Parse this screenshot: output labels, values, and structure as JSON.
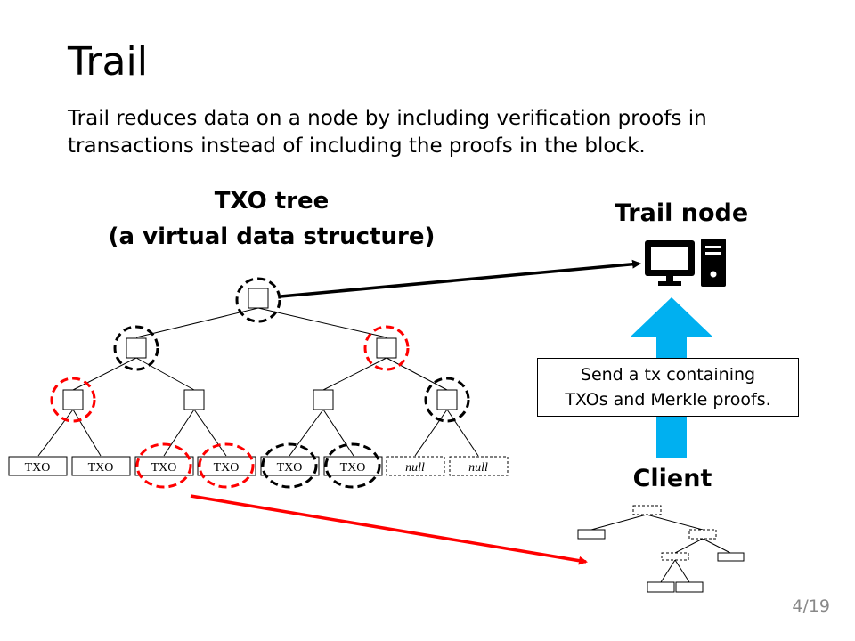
{
  "slide": {
    "title": "Trail",
    "subtitle_line1": "Trail reduces data on a node by including verification proofs in",
    "subtitle_line2": "transactions instead of including the proofs in the block.",
    "page_number": "4/19"
  },
  "tree": {
    "heading_line1": "TXO tree",
    "heading_line2": "(a virtual data structure)",
    "leaves": [
      "TXO",
      "TXO",
      "TXO",
      "TXO",
      "TXO",
      "TXO",
      "null",
      "null"
    ]
  },
  "trail_node": {
    "heading": "Trail node",
    "icon": "computer-icon"
  },
  "client": {
    "heading": "Client"
  },
  "send_box": {
    "line1": "Send a tx containing",
    "line2": "TXOs and Merkle proofs."
  },
  "colors": {
    "proof_highlight": "#ff0000",
    "path_highlight": "#000000",
    "arrow_blue": "#00b0f0",
    "page_number": "#888888"
  }
}
